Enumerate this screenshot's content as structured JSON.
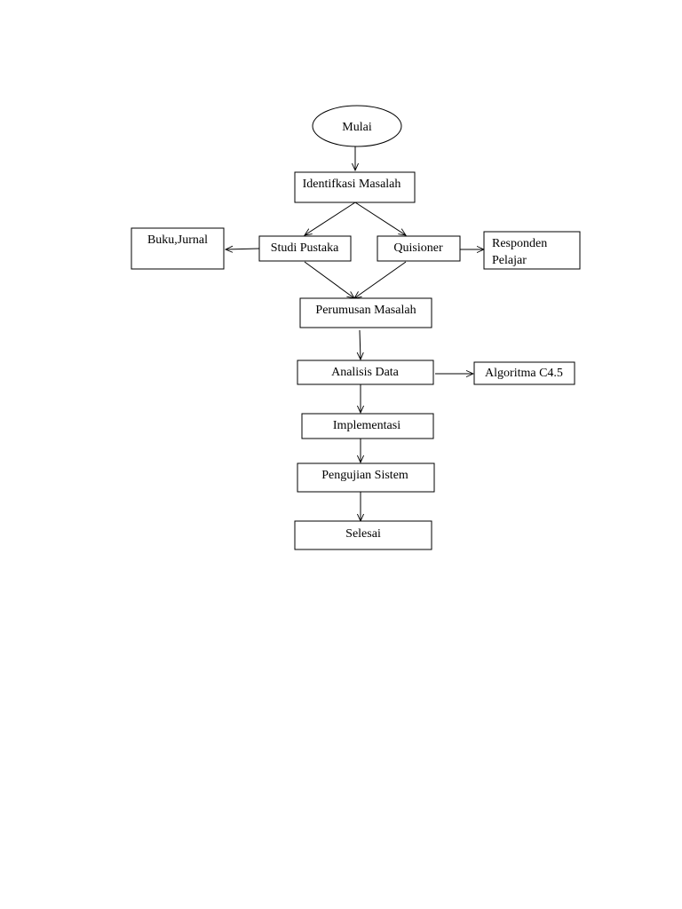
{
  "flowchart": {
    "start": "Mulai",
    "identify": "Identifkasi Masalah",
    "literature": "Studi Pustaka",
    "literature_source": "Buku,Jurnal",
    "questionnaire": "Quisioner",
    "respondent_line1": "Responden",
    "respondent_line2": "Pelajar",
    "formulation": "Perumusan Masalah",
    "analysis": "Analisis Data",
    "algorithm": "Algoritma C4.5",
    "implementation": "Implementasi",
    "testing": "Pengujian Sistem",
    "end": "Selesai"
  },
  "colors": {
    "stroke": "#000000",
    "fill": "#ffffff",
    "text": "#000000"
  }
}
